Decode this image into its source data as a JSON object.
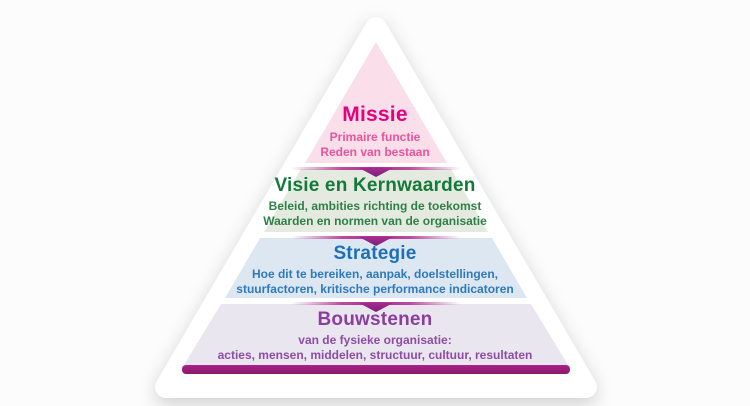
{
  "diagram": {
    "type": "pyramid",
    "language": "nl",
    "background_color": "#fcfcfc",
    "outer_shape_color": "#ffffff",
    "arrow_icon": "chevron-down-arrow",
    "arrow_line_color": "#b02d8e",
    "arrow_fill_top_color": "#a82c8c",
    "arrow_fill_bottom_color": "#76217f",
    "base_bar_top_color": "#a92387",
    "base_bar_bottom_color": "#8a186f",
    "levels": [
      {
        "id": "missie",
        "title": "Missie",
        "subtitle_lines": [
          "Primaire functie",
          "Reden van bestaan"
        ],
        "title_color": "#e6007e",
        "subtitle_color": "#e8549c",
        "bg_color": "#fadee9"
      },
      {
        "id": "visie-en-kernwaarden",
        "title": "Visie en Kernwaarden",
        "subtitle_lines": [
          "Beleid, ambities richting de toekomst",
          "Waarden en normen van de organisatie"
        ],
        "title_color": "#15793b",
        "subtitle_color": "#2f8048",
        "bg_color": "#e5eae0"
      },
      {
        "id": "strategie",
        "title": "Strategie",
        "subtitle_lines": [
          "Hoe dit te bereiken, aanpak, doelstellingen,",
          "stuurfactoren, kritische performance indicatoren"
        ],
        "title_color": "#1d70b7",
        "subtitle_color": "#2e79bb",
        "bg_color": "#dde7f2"
      },
      {
        "id": "bouwstenen",
        "title": "Bouwstenen",
        "subtitle_lines": [
          "van de fysieke organisatie:",
          "acties, mensen, middelen, structuur, cultuur, resultaten"
        ],
        "title_color": "#8a3f9d",
        "subtitle_color": "#8c4da3",
        "bg_color": "#eae6f0"
      }
    ]
  }
}
